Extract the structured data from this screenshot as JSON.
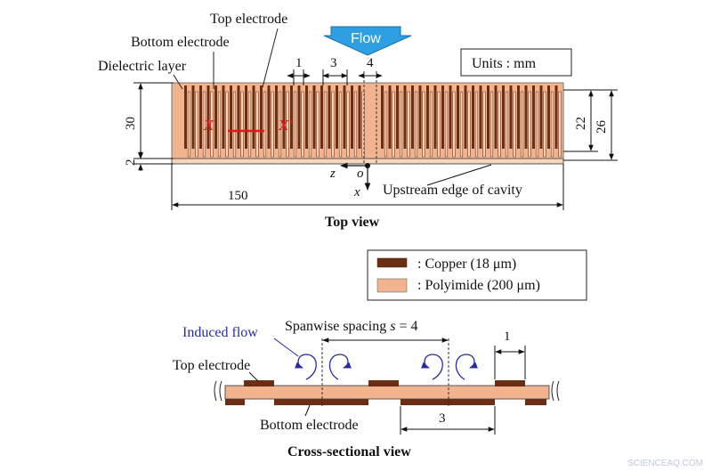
{
  "top_view": {
    "labels": {
      "top_electrode": "Top electrode",
      "bottom_electrode": "Bottom electrode",
      "dielectric_layer": "Dielectric layer",
      "flow": "Flow",
      "units": "Units : mm",
      "upstream_edge": "Upstream edge of cavity",
      "caption": "Top view"
    },
    "dimensions": {
      "top_width_1": "1",
      "top_pitch_3": "3",
      "top_gap_4": "4",
      "height_30": "30",
      "height_2": "2",
      "length_150": "150",
      "right_22": "22",
      "right_26": "26"
    },
    "section_labels": {
      "start": "X",
      "end": "X'"
    },
    "axes": {
      "z": "z",
      "o": "o",
      "x": "x"
    }
  },
  "legend": {
    "copper": ": Copper (18 μm)",
    "polyimide": ": Polyimide (200 μm)"
  },
  "cross_section": {
    "induced_flow": "Induced flow",
    "spacing": "Spanwise spacing",
    "spacing_symbol": "s",
    "spacing_value": "= 4",
    "dim_1": "1",
    "dim_3": "3",
    "top_electrode": "Top electrode",
    "bottom_electrode": "Bottom electrode",
    "caption": "Cross-sectional view"
  },
  "watermark": "SCIENCEAQ.COM",
  "colors": {
    "copper": "#6b2e14",
    "polyimide": "#f2b48e",
    "flow_arrow": "#2e9fe0",
    "section_line": "#e01818",
    "induced_flow": "#2a2aa0"
  }
}
